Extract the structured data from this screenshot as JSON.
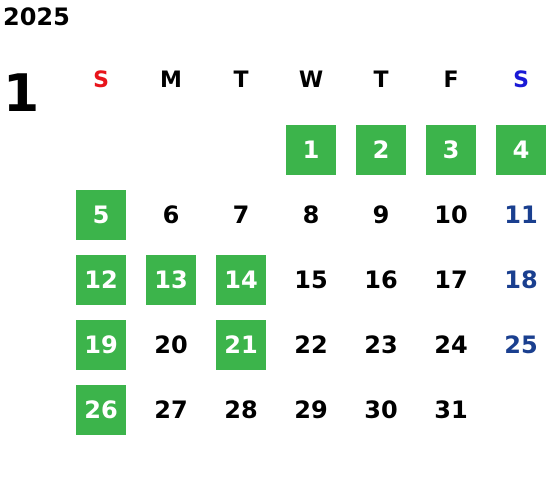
{
  "calendar": {
    "year": "2025",
    "month": "1",
    "weekdays": [
      {
        "label": "S",
        "color": "#e8141b"
      },
      {
        "label": "M",
        "color": "#000000"
      },
      {
        "label": "T",
        "color": "#000000"
      },
      {
        "label": "W",
        "color": "#000000"
      },
      {
        "label": "T",
        "color": "#000000"
      },
      {
        "label": "F",
        "color": "#000000"
      },
      {
        "label": "S",
        "color": "#1a1ad6"
      }
    ],
    "first_weekday_index": 3,
    "days_in_month": 31,
    "highlighted_days": [
      1,
      2,
      3,
      4,
      5,
      12,
      13,
      14,
      19,
      21,
      26
    ],
    "colors": {
      "highlight_bg": "#3cb44b",
      "highlight_text": "#ffffff",
      "saturday_text": "#1a3f8f",
      "default_text": "#000000"
    },
    "days": [
      "1",
      "2",
      "3",
      "4",
      "5",
      "6",
      "7",
      "8",
      "9",
      "10",
      "11",
      "12",
      "13",
      "14",
      "15",
      "16",
      "17",
      "18",
      "19",
      "20",
      "21",
      "22",
      "23",
      "24",
      "25",
      "26",
      "27",
      "28",
      "29",
      "30",
      "31"
    ]
  }
}
